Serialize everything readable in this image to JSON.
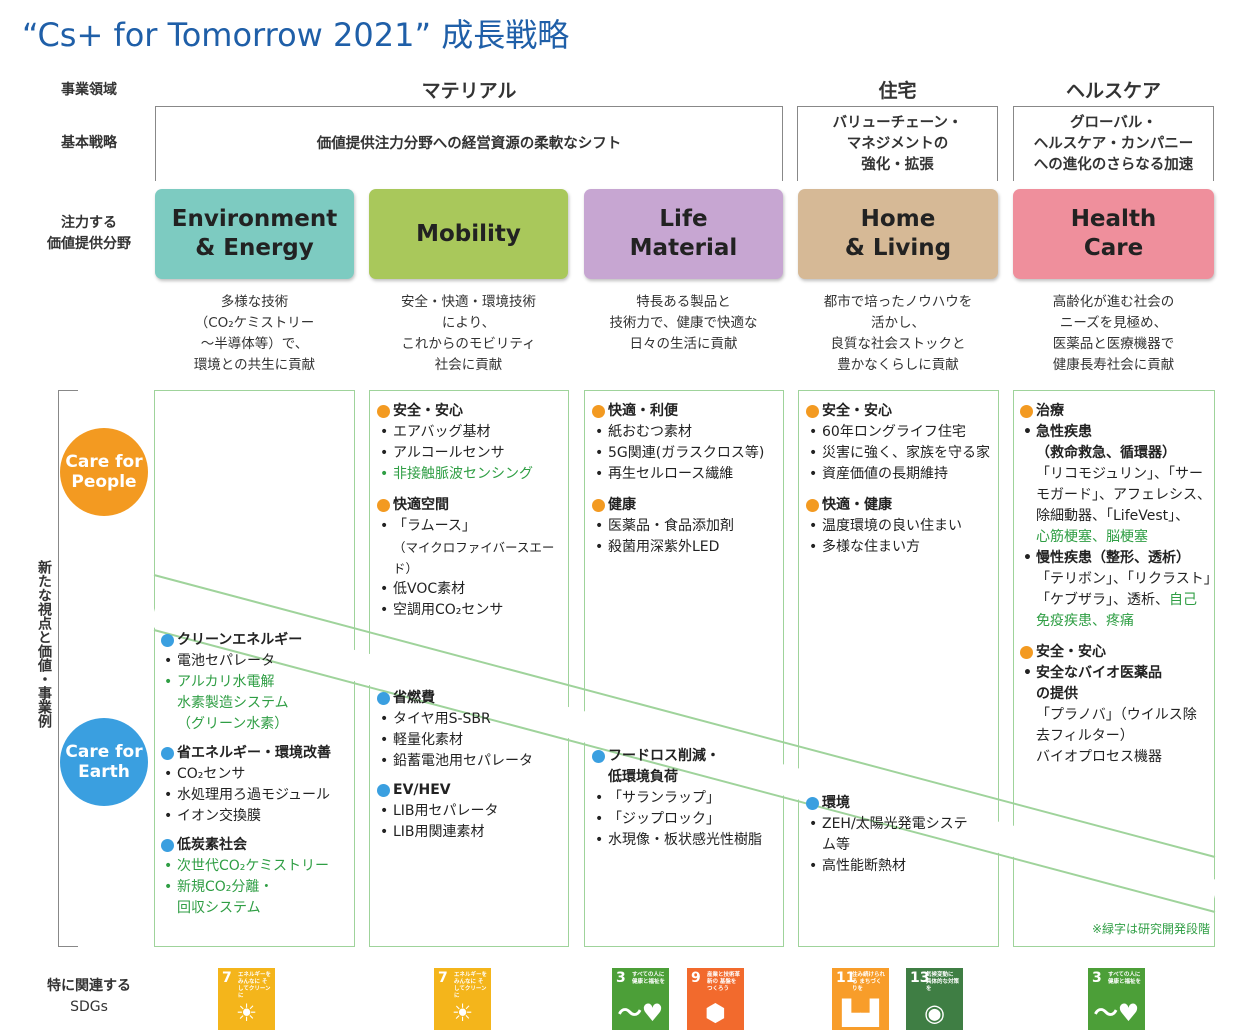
{
  "title": "“Cs+ for Tomorrow 2021” 成長戦略",
  "row_labels": {
    "domain": "事業領域",
    "strategy": "基本戦略",
    "focus_1": "注力する",
    "focus_2": "価値提供分野",
    "new_view": "新たな視点と価値・事業例",
    "sdgs_1": "特に関連する",
    "sdgs_2": "SDGs"
  },
  "domains": {
    "material": "マテリアル",
    "housing": "住宅",
    "healthcare": "ヘルスケア"
  },
  "strategies": {
    "material": "価値提供注力分野への経営資源の柔軟なシフト",
    "housing": [
      "バリューチェーン・",
      "マネジメントの",
      "強化・拡張"
    ],
    "healthcare": [
      "グローバル・",
      "ヘルスケア・カンパニー",
      "への進化のさらなる加速"
    ]
  },
  "colors": {
    "env": "#7dcbc1",
    "mobility": "#a9c85b",
    "life": "#c7a6d2",
    "home": "#d6b996",
    "health": "#ef8f9c",
    "care_people": "#f39a21",
    "care_earth": "#3a9fe0",
    "green_text": "#2f9e44",
    "border": "#9fd39b",
    "title": "#1f5fa8"
  },
  "fields": [
    {
      "name": [
        "Environment",
        "& Energy"
      ],
      "desc": [
        "多様な技術",
        "（CO₂ケミストリー",
        "～半導体等）で、",
        "環境との共生に貢献"
      ]
    },
    {
      "name": [
        "Mobility"
      ],
      "desc": [
        "安全・快適・環境技術",
        "により、",
        "これからのモビリティ",
        "社会に貢献"
      ]
    },
    {
      "name": [
        "Life",
        "Material"
      ],
      "desc": [
        "特長ある製品と",
        "技術力で、健康で快適な",
        "日々の生活に貢献"
      ]
    },
    {
      "name": [
        "Home",
        "& Living"
      ],
      "desc": [
        "都市で培ったノウハウを",
        "活かし、",
        "良質な社会ストックと",
        "豊かなくらしに貢献"
      ]
    },
    {
      "name": [
        "Health",
        "Care"
      ],
      "desc": [
        "高齢化が進む社会の",
        "ニーズを見極め、",
        "医薬品と医療機器で",
        "健康長寿社会に貢献"
      ]
    }
  ],
  "care": {
    "people": [
      "Care for",
      "People"
    ],
    "earth": [
      "Care for",
      "Earth"
    ]
  },
  "cells": {
    "mobility_people": {
      "s1_head": "安全・安心",
      "s1_items": [
        "エアバッグ基材",
        "アルコールセンサ",
        "非接触脈波センシング"
      ],
      "s2_head": "快適空間",
      "s2_items": [
        "「ラムース」",
        "（マイクロファイバースエード）",
        "低VOC素材",
        "空調用CO₂センサ"
      ]
    },
    "life_people": {
      "s1_head": "快適・利便",
      "s1_items": [
        "紙おむつ素材",
        "5G関連(ガラスクロス等)",
        "再生セルロース繊維"
      ],
      "s2_head": "健康",
      "s2_items": [
        "医薬品・食品添加剤",
        "殺菌用深紫外LED"
      ]
    },
    "home_people": {
      "s1_head": "安全・安心",
      "s1_items": [
        "60年ロングライフ住宅",
        "災害に強く、家族を守る家",
        "資産価値の長期維持"
      ],
      "s2_head": "快適・健康",
      "s2_items": [
        "温度環境の良い住まい",
        "多様な住まい方"
      ]
    },
    "health_people": {
      "s1_head": "治療",
      "s1_items": [
        "急性疾患",
        "（救命救急、循環器）",
        "「リコモジュリン」、「サー",
        "モガード」、アフェレシス、",
        "除細動器、「LifeVest」、",
        "心筋梗塞、脳梗塞",
        "慢性疾患（整形、透析）",
        "「テリボン」、「リクラスト」",
        "「ケブザラ」、透析、",
        "自己",
        "免疫疾患、疼痛"
      ],
      "s2_head": "安全・安心",
      "s2_items": [
        "安全なバイオ医薬品",
        "の提供",
        "「プラノバ」（ウイルス除",
        "去フィルター）",
        "バイオプロセス機器"
      ]
    },
    "env_earth": {
      "s1_head": "クリーンエネルギー",
      "s1_items": [
        "電池セパレータ",
        "アルカリ水電解",
        "水素製造システム",
        "（グリーン水素）"
      ],
      "s2_head": "省エネルギー・環境改善",
      "s2_items": [
        "CO₂センサ",
        "水処理用ろ過モジュール",
        "イオン交換膜"
      ],
      "s3_head": "低炭素社会",
      "s3_items": [
        "次世代CO₂ケミストリー",
        "新規CO₂分離・",
        "回収システム"
      ]
    },
    "mobility_earth": {
      "s1_head": "省燃費",
      "s1_items": [
        "タイヤ用S-SBR",
        "軽量化素材",
        "鉛蓄電池用セパレータ"
      ],
      "s2_head": "EV/HEV",
      "s2_items": [
        "LIB用セパレータ",
        "LIB用関連素材"
      ]
    },
    "life_earth": {
      "s1_head": "フードロス削減・",
      "s1_head2": "低環境負荷",
      "s1_items": [
        "「サランラップ」",
        "「ジップロック」",
        "水現像・板状感光性樹脂"
      ]
    },
    "home_earth": {
      "s1_head": "環境",
      "s1_items": [
        "ZEH/太陽光発電システ",
        "ム等",
        "高性能断熱材"
      ]
    }
  },
  "note": "※緑字は研究開発段階",
  "sdgs": [
    {
      "num": "7",
      "caption": "エネルギーをみんなに そしてクリーンに",
      "color": "#f4b51b",
      "icon": "sun-icon"
    },
    {
      "num": "7",
      "caption": "エネルギーをみんなに そしてクリーンに",
      "color": "#f4b51b",
      "icon": "sun-icon"
    },
    {
      "num": "3",
      "caption": "すべての人に 健康と福祉を",
      "color": "#4c9f38",
      "icon": "heartbeat-icon"
    },
    {
      "num": "9",
      "caption": "産業と技術革新の 基盤をつくろう",
      "color": "#f26a2d",
      "icon": "cubes-icon"
    },
    {
      "num": "11",
      "caption": "住み続けられる まちづくりを",
      "color": "#f89d2a",
      "icon": "city-icon"
    },
    {
      "num": "13",
      "caption": "気候変動に 具体的な対策を",
      "color": "#3f7e44",
      "icon": "eye-earth-icon"
    },
    {
      "num": "3",
      "caption": "すべての人に 健康と福祉を",
      "color": "#4c9f38",
      "icon": "heartbeat-icon"
    }
  ]
}
